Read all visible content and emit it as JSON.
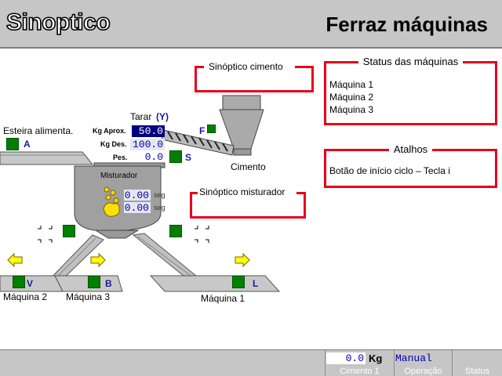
{
  "header": {
    "title_left": "Sinoptico",
    "title_right": "Ferraz máquinas"
  },
  "panels": {
    "cimento_link": "Sinóptico cimento",
    "misturador_link": "Sinóptico misturador",
    "status": {
      "title": "Status das máquinas",
      "lines": [
        "Máquina 1",
        "Máquina 2",
        "Máquina 3"
      ]
    },
    "atalhos": {
      "title": "Atalhos",
      "text": "Botão de início ciclo – Tecla i"
    }
  },
  "plant": {
    "esteira_label": "Esteira alimenta.",
    "esteira_tag": "A",
    "tarar_label": "Tarar",
    "tarar_key": "(Y)",
    "kg_aprox_label": "Kg Aprox.",
    "kg_aprox_value": "50.0",
    "kg_des_label": "Kg Des.",
    "kg_des_value": "100.0",
    "pes_label": "Pes.",
    "pes_value": "0.0",
    "tag_s": "S",
    "tag_f": "F",
    "cimento_label": "Cimento",
    "misturador_label": "Misturador",
    "timer1_value": "0.00",
    "timer2_value": "0.00",
    "timer_unit": "seg",
    "tag_v": "V",
    "tag_b": "B",
    "tag_l": "L",
    "maquina2": "Máquina 2",
    "maquina3": "Máquina 3",
    "maquina1": "Máquina 1"
  },
  "footer": {
    "cimento_value": "0.0",
    "cimento_unit": "Kg",
    "cimento_caption": "Cimento 1",
    "operacao_value": "Manual",
    "operacao_caption": "Operação",
    "status_caption": "Status"
  },
  "colors": {
    "frame_red": "#e8001c",
    "indicator_green": "#008000",
    "arrow_yellow": "#ffff00",
    "value_blue": "#0000b0",
    "panel_grey": "#c6c6c6"
  }
}
